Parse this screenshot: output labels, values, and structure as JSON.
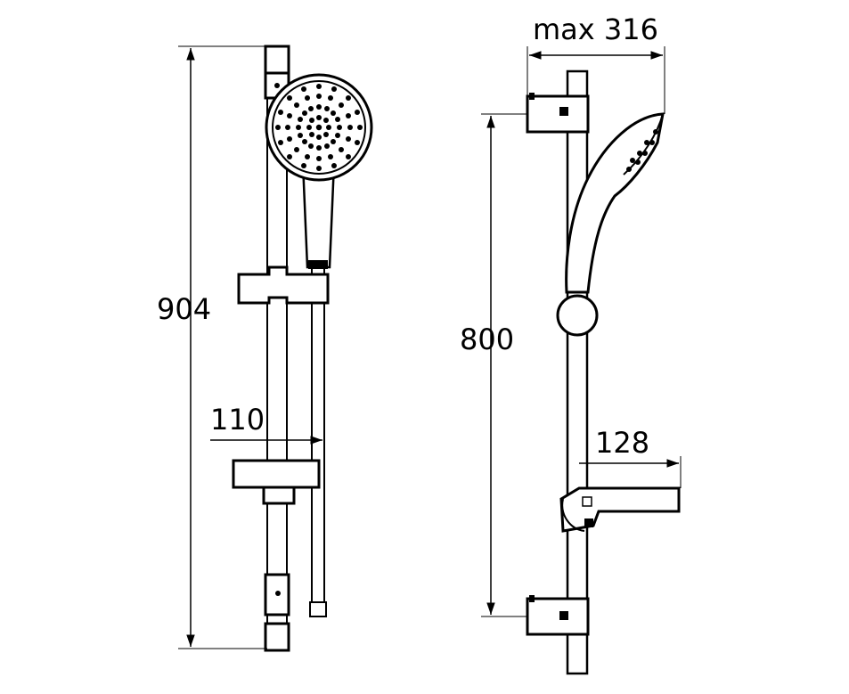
{
  "drawing": {
    "front_view": {
      "overall_height": "904",
      "hose_offset": "110"
    },
    "side_view": {
      "max_projection": "max 316",
      "bracket_spacing": "800",
      "soap_dish_depth": "128"
    }
  }
}
